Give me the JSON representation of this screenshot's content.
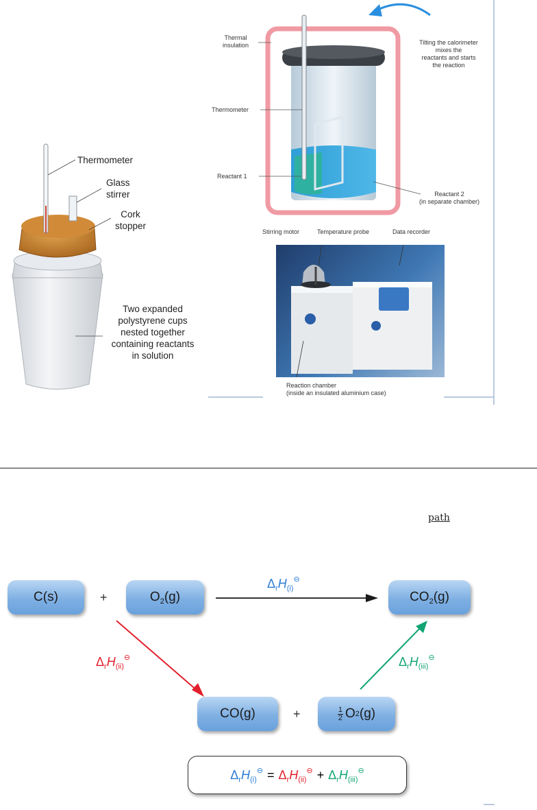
{
  "cup_labels": {
    "thermometer": "Thermometer",
    "glass_stirrer": [
      "Glass",
      "stirrer"
    ],
    "cork_stopper": [
      "Cork",
      "stopper"
    ],
    "cups": [
      "Two expanded",
      "polystyrene cups",
      "nested together",
      "containing reactants",
      "in solution"
    ]
  },
  "calorimeter_labels": {
    "thermal_insulation": [
      "Thermal",
      "insulation"
    ],
    "thermometer": "Thermometer",
    "reactant1": "Reactant 1",
    "reactant2": [
      "Reactant 2",
      "(in separate chamber)"
    ],
    "tilting": [
      "Tilting the calorimeter",
      "mixes the",
      "reactants and starts",
      "the reaction"
    ]
  },
  "photo_labels": {
    "stirring_motor": "Stirring motor",
    "temperature_probe": "Temperature probe",
    "data_recorder": "Data recorder",
    "reaction_chamber": [
      "Reaction chamber",
      "(inside an insulated aluminium case)"
    ]
  },
  "path_link": "path",
  "hess": {
    "c": "C(s)",
    "plus": "+",
    "o2": "O",
    "o2_sub": "2",
    "o2_state": "(g)",
    "co2": "CO",
    "co2_sub": "2",
    "co2_state": "(g)",
    "co": "CO(g)",
    "half_num": "1",
    "half_den": "2",
    "half_o2": "O",
    "half_o2_sub": "2",
    "half_o2_state": "(g)",
    "delta": "Δ",
    "r": "r",
    "H": "H",
    "std": "⊖",
    "i": "(i)",
    "ii": "(ii)",
    "iii": "(iii)",
    "eq": "=",
    "eq_plus": "+"
  },
  "colors": {
    "blue": "#2b7cd3",
    "red": "#e0202c",
    "green": "#12a573",
    "box": "#7fb0e3",
    "insulation": "#f09aa3"
  }
}
